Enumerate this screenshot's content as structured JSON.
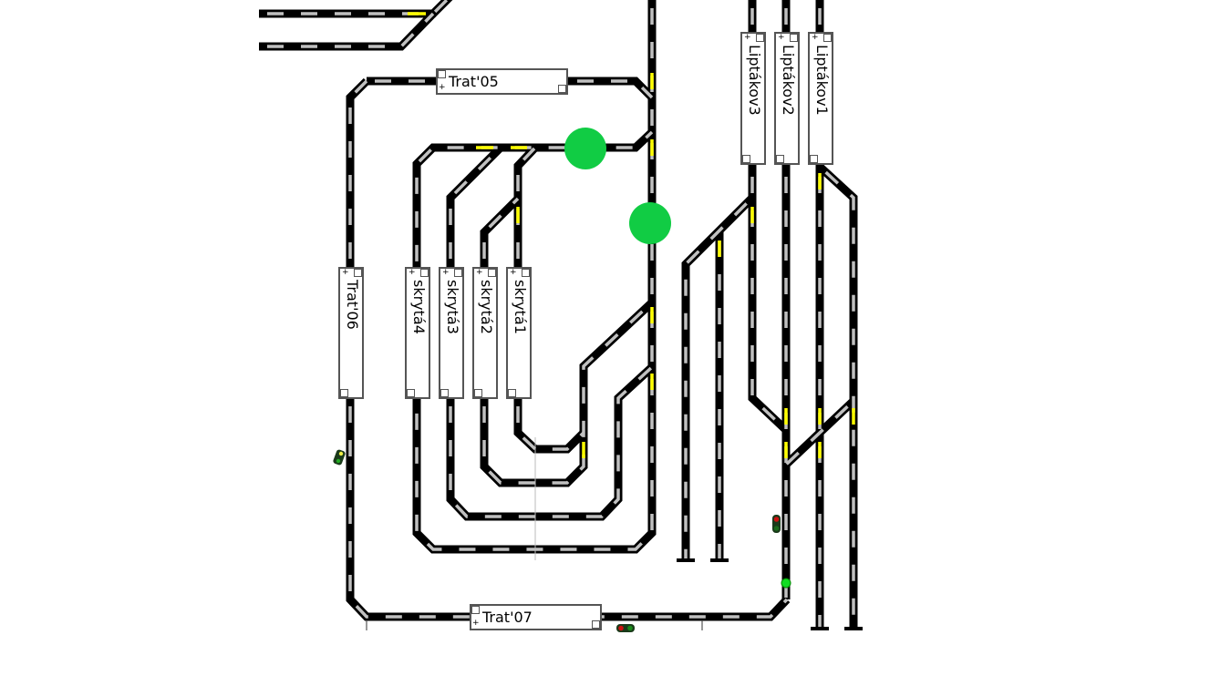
{
  "colors": {
    "track": "#000000",
    "rail": "#c0c0c0",
    "occupied": "#ffff00",
    "station_marker": "#11cc44",
    "signal_green": "#11dd22",
    "signal_red": "#cc1111"
  },
  "blocks": {
    "trat05": "Trat'05",
    "trat06": "Trat'06",
    "trat07": "Trat'07",
    "skryta1": "skrytá1",
    "skryta2": "skrytá2",
    "skryta3": "skrytá3",
    "skryta4": "skrytá4",
    "liptakov1": "Liptákov1",
    "liptakov2": "Liptákov2",
    "liptakov3": "Liptákov3"
  },
  "box_plus": "+"
}
